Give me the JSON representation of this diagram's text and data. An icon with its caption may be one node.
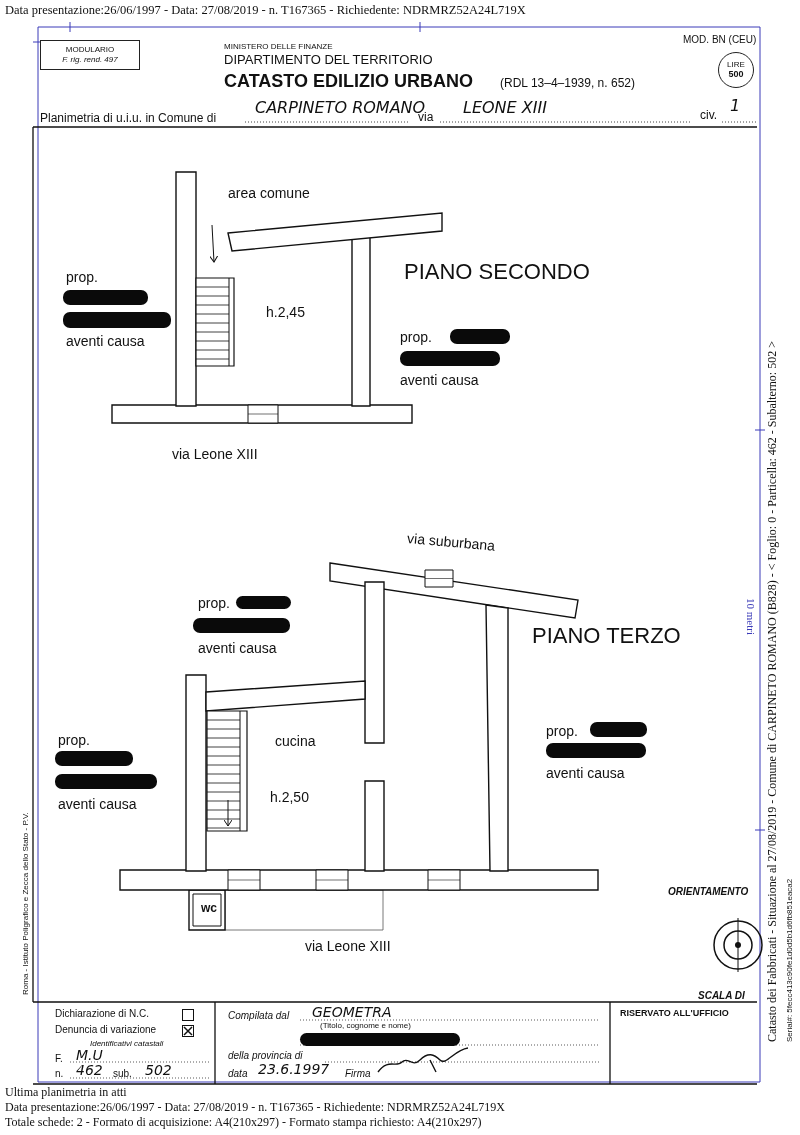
{
  "diagram": {
    "nodes": [
      {
        "text": [
          "MODULARIO",
          "F. rig. rend. 497"
        ]
      },
      {
        "text": [
          "LIRE",
          "500"
        ]
      }
    ],
    "labels": [
      "Data presentazione:26/06/1997 - Data: 27/08/2019 - n. T167365 - Richiedente: NDRMRZ52A24L719X",
      "MINISTERO DELLE FINANZE",
      "DIPARTIMENTO DEL TERRITORIO",
      "CATASTO EDILIZIO URBANO",
      "(RDL 13–4–1939, n. 652)",
      "MOD. BN (CEU)",
      "Planimetria di u.i.u. in Comune di",
      "CARPINETO ROMANO",
      "via",
      "LEONE XIII",
      "civ.",
      "1",
      "area comune",
      "PIANO SECONDO",
      "prop.",
      "aventi causa",
      "h.2,45",
      "prop.",
      "aventi causa",
      "via Leone XIII",
      "via suburbana",
      "prop.",
      "aventi causa",
      "PIANO TERZO",
      "prop.",
      "aventi causa",
      "cucina",
      "h.2,50",
      "prop.",
      "aventi causa",
      "wc",
      "via Leone XIII",
      "ORIENTAMENTO",
      "SCALA DI",
      "Roma - Istituto Poligrafico e Zecca dello Stato - P.V.",
      "Dichiarazione di N.C.",
      "Denuncia di variazione",
      "Identificativi catastali",
      "F.",
      "M.U",
      "n.",
      "462",
      "sub.",
      "502",
      "Compilata dal",
      "GEOMETRA",
      "(Titolo, cognome e nome)",
      "della provincia di",
      "data",
      "23.6.1997",
      "Firma",
      "RISERVATO ALL'UFFICIO",
      "Ultima planimetria in atti",
      "Data presentazione:26/06/1997 - Data: 27/08/2019 - n. T167365 - Richiedente: NDRMRZ52A24L719X",
      "Totale schede: 2 - Formato di acquisizione: A4(210x297) - Formato stampa richiesto: A4(210x297)",
      "10 metri",
      "Catasto dei Fabbricati - Situazione al 27/08/2019 - Comune di CARPINETO ROMANO (B828) - < Foglio: 0 - Particella: 462 - Subalterno: 502 >",
      "Serial#: 5fecc413c90fe1d0d5b1d6fb851eaca2"
    ]
  }
}
